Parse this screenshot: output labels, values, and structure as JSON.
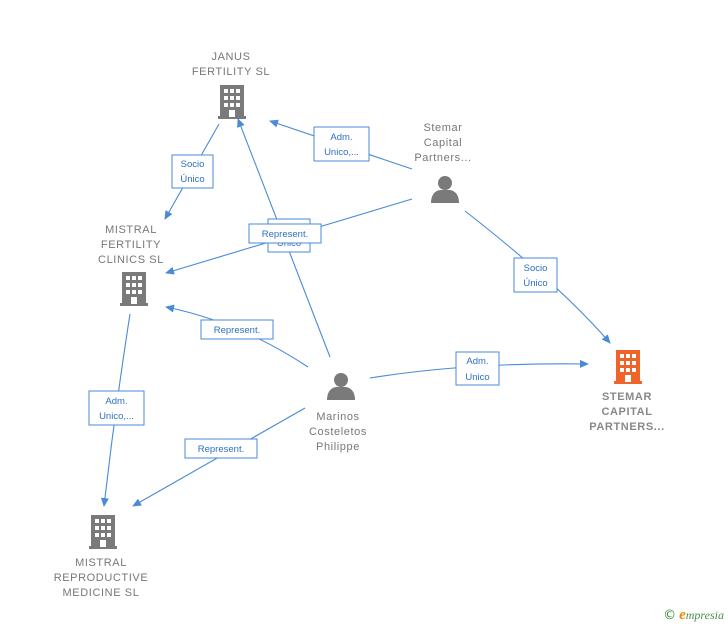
{
  "nodes": {
    "janus": {
      "type": "company",
      "lines": [
        "JANUS",
        "FERTILITY  SL"
      ],
      "color": "#7a7a7a"
    },
    "stemar_person": {
      "type": "person",
      "lines": [
        "Stemar",
        "Capital",
        "Partners..."
      ],
      "color": "#7a7a7a"
    },
    "mistral_fertility": {
      "type": "company",
      "lines": [
        "MISTRAL",
        "FERTILITY",
        "CLINICS  SL"
      ],
      "color": "#7a7a7a"
    },
    "stemar_company": {
      "type": "company",
      "lines": [
        "STEMAR",
        "CAPITAL",
        "PARTNERS..."
      ],
      "color": "#f0642a"
    },
    "marinos": {
      "type": "person",
      "lines": [
        "Marinos",
        "Costeletos",
        "Philippe"
      ],
      "color": "#7a7a7a"
    },
    "mistral_repro": {
      "type": "company",
      "lines": [
        "MISTRAL",
        "REPRODUCTIVE",
        "MEDICINE  SL"
      ],
      "color": "#7a7a7a"
    }
  },
  "edges": [
    {
      "id": "stemar-janus",
      "lines": [
        "Adm.",
        "Unico,..."
      ]
    },
    {
      "id": "janus-mistral",
      "lines": [
        "Socio",
        "Único"
      ]
    },
    {
      "id": "stemarp-mistral-unico",
      "lines": [
        "Unico"
      ]
    },
    {
      "id": "marinos-janus",
      "lines": [
        "Represent."
      ]
    },
    {
      "id": "stemarp-stemarc",
      "lines": [
        "Socio",
        "Único"
      ]
    },
    {
      "id": "marinos-mistral",
      "lines": [
        "Represent."
      ]
    },
    {
      "id": "mistral-repro",
      "lines": [
        "Adm.",
        "Unico,..."
      ]
    },
    {
      "id": "marinos-stemarc",
      "lines": [
        "Adm.",
        "Unico"
      ]
    },
    {
      "id": "marinos-repro",
      "lines": [
        "Represent."
      ]
    }
  ],
  "footer": {
    "copyright": "©",
    "brand_e": "e",
    "brand_rest": "mpresia"
  },
  "colors": {
    "edge": "#4a8ad8",
    "node_gray": "#7a7a7a",
    "highlight": "#f0642a"
  }
}
